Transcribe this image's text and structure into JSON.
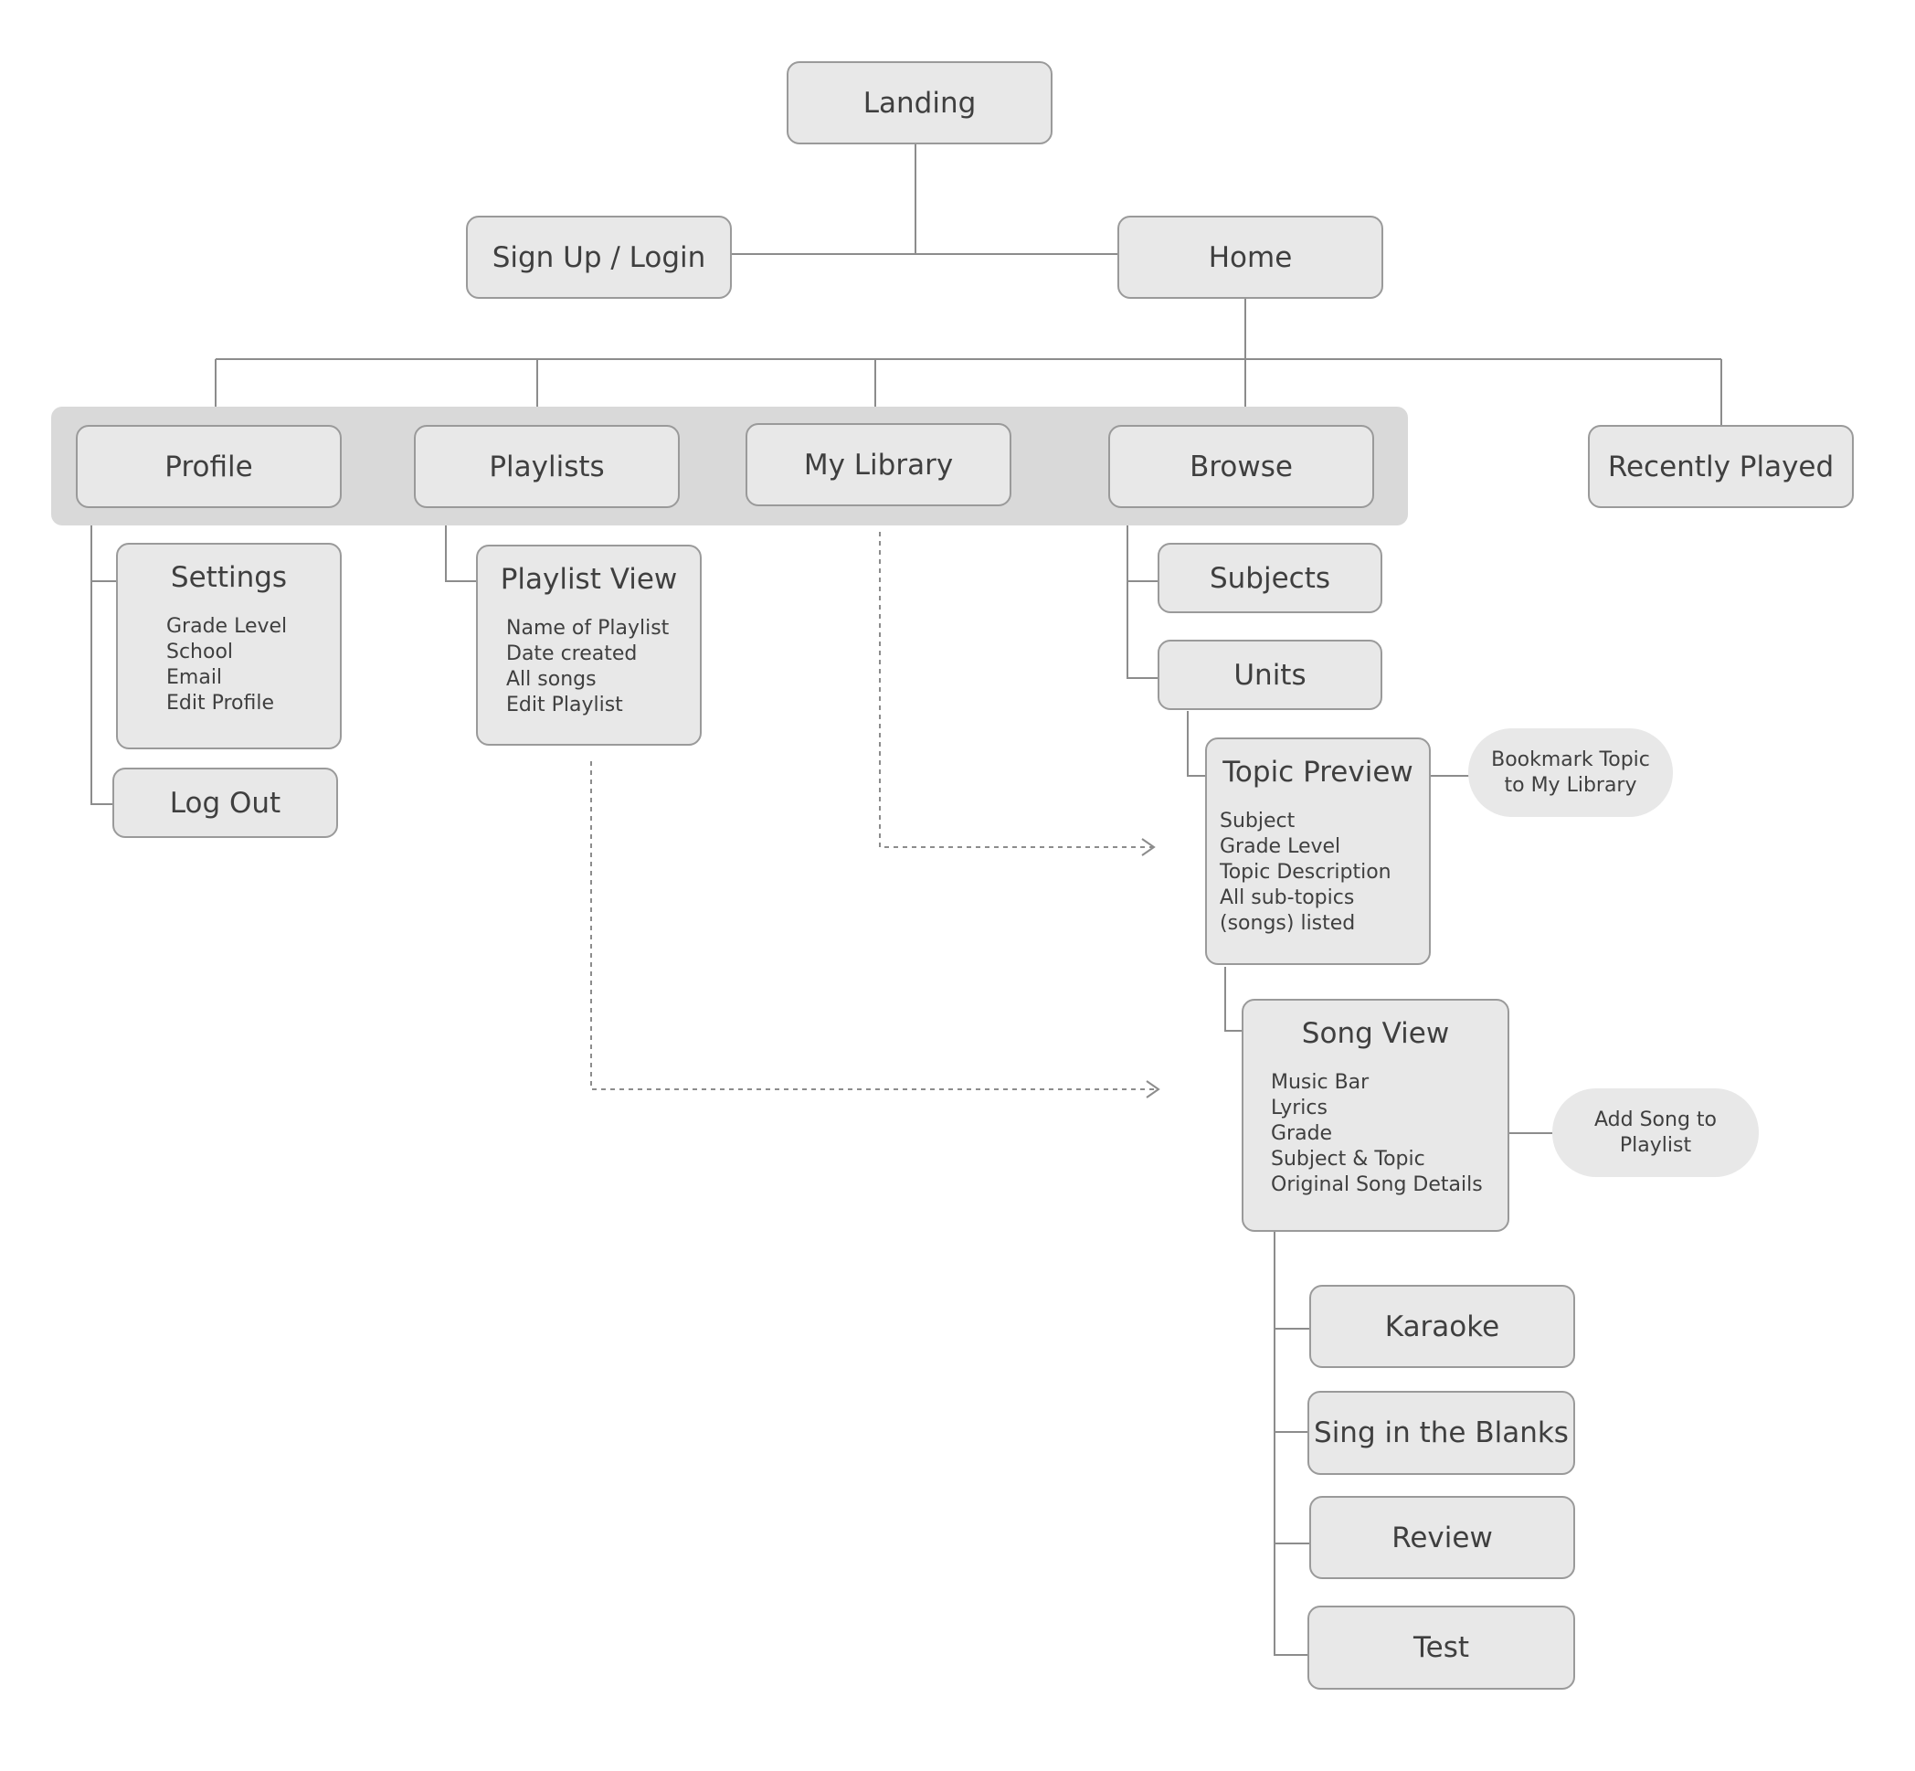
{
  "nodes": {
    "landing": "Landing",
    "signup_login": "Sign Up / Login",
    "home": "Home",
    "profile": "Profile",
    "playlists": "Playlists",
    "my_library": "My Library",
    "browse": "Browse",
    "recently_played": "Recently Played",
    "settings": {
      "title": "Settings",
      "items": [
        "Grade Level",
        "School",
        "Email",
        "Edit Profile"
      ]
    },
    "log_out": "Log Out",
    "playlist_view": {
      "title": "Playlist View",
      "items": [
        "Name of Playlist",
        "Date created",
        "All songs",
        "Edit Playlist"
      ]
    },
    "subjects": "Subjects",
    "units": "Units",
    "topic_preview": {
      "title": "Topic Preview",
      "items": [
        "Subject",
        "Grade Level",
        "Topic Description",
        "All sub-topics",
        "(songs) listed"
      ]
    },
    "bookmark_topic": [
      "Bookmark Topic",
      "to My Library"
    ],
    "song_view": {
      "title": "Song View",
      "items": [
        "Music Bar",
        "Lyrics",
        "Grade",
        "Subject & Topic",
        "Original Song Details"
      ]
    },
    "add_song_to_playlist": [
      "Add Song to",
      "Playlist"
    ],
    "karaoke": "Karaoke",
    "sing_in_the_blanks": "Sing in the Blanks",
    "review": "Review",
    "test": "Test"
  },
  "colors": {
    "node_fill": "#e8e8e8",
    "node_border": "#9a9a9a",
    "band_fill": "#d9d9d9",
    "connector": "#8c8c8c",
    "text": "#3f3f3f"
  }
}
